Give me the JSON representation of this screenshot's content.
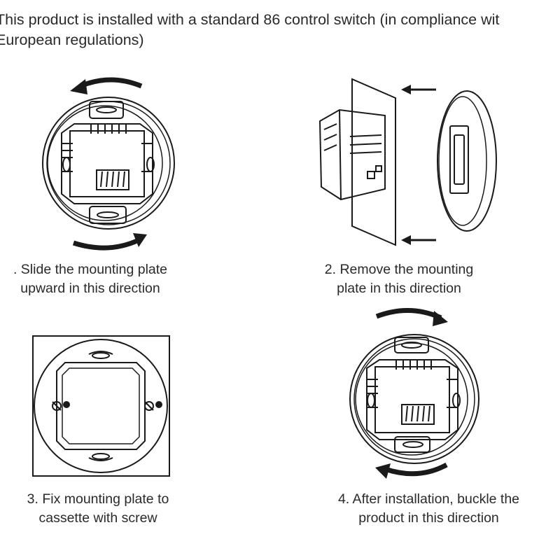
{
  "intro_text": "This product is installed with a standard 86 control switch (in compliance wit\nEuropean regulations)",
  "steps": [
    {
      "caption": ". Slide the mounting plate\nupward in this direction"
    },
    {
      "caption": "2. Remove the mounting\nplate in this direction"
    },
    {
      "caption": "3. Fix mounting plate to\ncassette with screw"
    },
    {
      "caption": "4. After installation, buckle the\nproduct in this direction"
    }
  ],
  "colors": {
    "line": "#1a1a1a",
    "text": "#2a2a2a",
    "background": "#ffffff"
  }
}
